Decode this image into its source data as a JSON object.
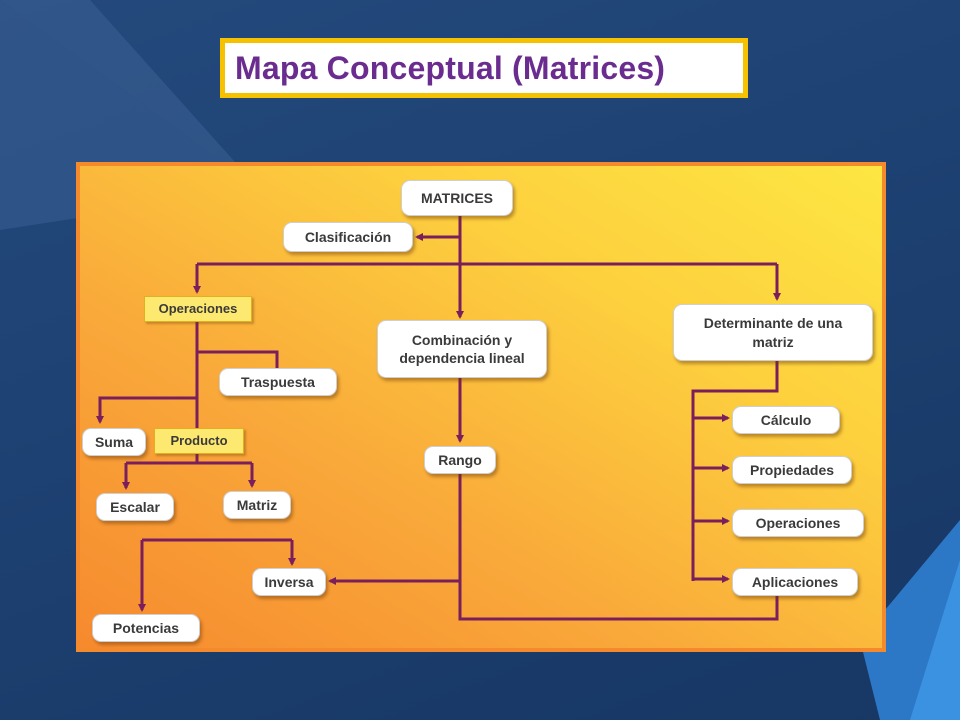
{
  "title": "Mapa Conceptual (Matrices)",
  "colors": {
    "connector": "#7a1f5c",
    "title_text": "#6b2c8f",
    "title_border": "#f6c200",
    "panel_border": "#f58a2c",
    "slide_background": "#1f4375"
  },
  "nodes": {
    "matrices": "MATRICES",
    "clasificacion": "Clasificación",
    "operaciones": "Operaciones",
    "combinacion": "Combinación y\ndependencia lineal",
    "determinante": "Determinante de una\nmatriz",
    "traspuesta": "Traspuesta",
    "suma": "Suma",
    "producto": "Producto",
    "rango": "Rango",
    "calculo": "Cálculo",
    "propiedades": "Propiedades",
    "operaciones_det": "Operaciones",
    "escalar": "Escalar",
    "matriz": "Matriz",
    "inversa": "Inversa",
    "aplicaciones": "Aplicaciones",
    "potencias": "Potencias"
  }
}
